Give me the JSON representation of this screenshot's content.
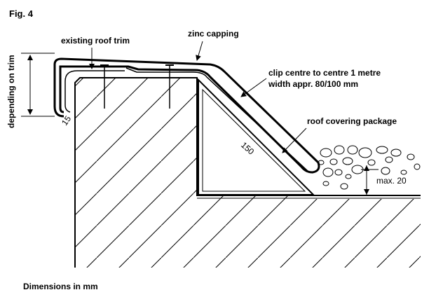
{
  "figure": {
    "number": "Fig. 4"
  },
  "labels": {
    "existing_roof_trim": "existing roof trim",
    "zinc_capping": "zinc capping",
    "clip_line1": "clip centre to centre 1 metre",
    "clip_line2": "width appr. 80/100 mm",
    "roof_covering": "roof covering package",
    "depending_on_trim": "depending on trim",
    "max_20": "max. 20",
    "dim_15": "15",
    "dim_150": "150",
    "dimensions_note": "Dimensions in mm"
  }
}
